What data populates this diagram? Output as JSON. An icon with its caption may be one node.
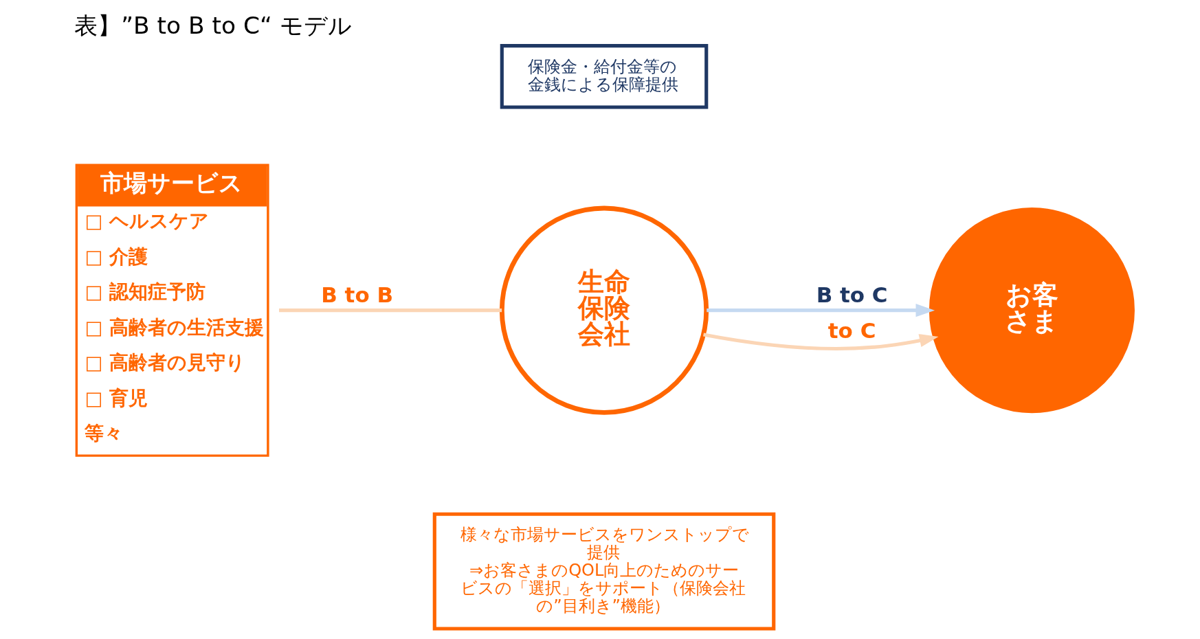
{
  "diagram": {
    "title": "表】”B to B to C“ モデル",
    "nodes": [
      {
        "text": [
          "市場サービス",
          "□ ヘルスケア",
          "□ 介護",
          "□ 認知症予防",
          "□ 高齢者の生活支援",
          "□ 高齢者の見守り",
          "□ 育児",
          "等々"
        ]
      },
      {
        "text": [
          "生命保険会社"
        ]
      },
      {
        "text": [
          "お客さま"
        ]
      },
      {
        "text": [
          "保険金・給付金等の金銭による保障提供"
        ]
      },
      {
        "text": [
          "様々な市場サービスをワンストップで提供",
          "⇒お客さまのQOL向上のためのサービスの「選択」をサポート（保険会社の”目利き”機能）"
        ]
      }
    ],
    "edges": [
      {
        "from": 0,
        "to": 1,
        "arrow": "none",
        "label": "B to B",
        "color": "#fbd5b5"
      },
      {
        "from": 1,
        "to": 2,
        "arrow": "to",
        "label": "B to C",
        "color": "#c5d9f1"
      },
      {
        "from": 1,
        "to": 2,
        "arrow": "to",
        "label": "to C",
        "color": "#fbd5b5"
      }
    ]
  }
}
